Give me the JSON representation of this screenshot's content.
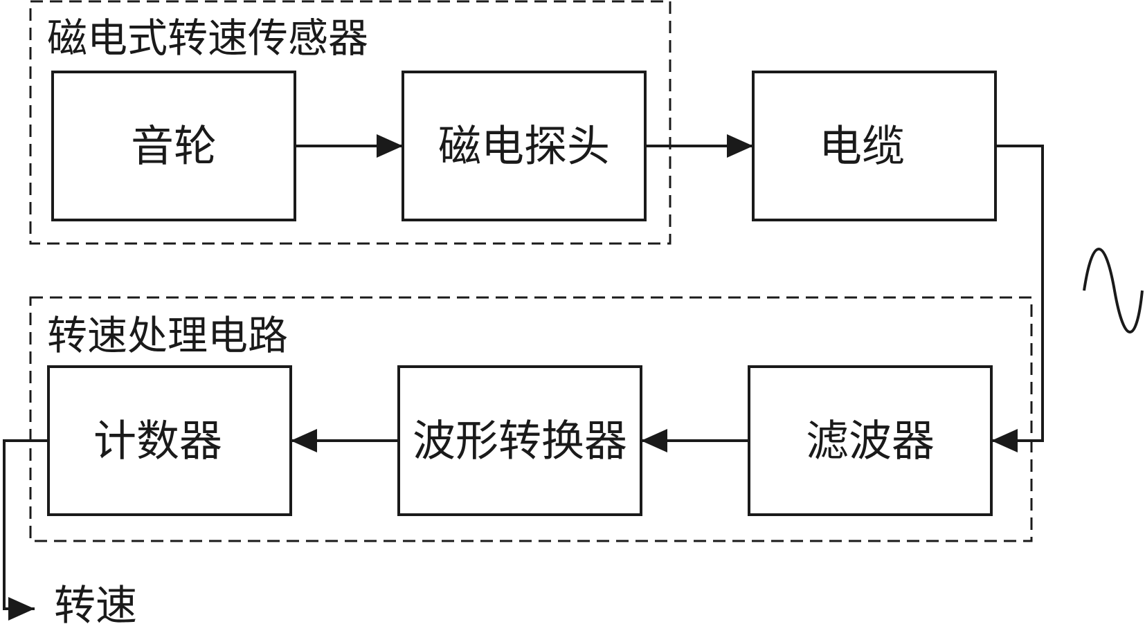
{
  "diagram": {
    "groups": {
      "sensor": {
        "label": "磁电式转速传感器"
      },
      "processing": {
        "label": "转速处理电路"
      }
    },
    "blocks": {
      "tone_wheel": {
        "label": "音轮"
      },
      "magnetic_probe": {
        "label": "磁电探头"
      },
      "cable": {
        "label": "电缆"
      },
      "filter": {
        "label": "滤波器"
      },
      "waveform_converter": {
        "label": "波形转换器"
      },
      "counter": {
        "label": "计数器"
      }
    },
    "output": {
      "label": "转速"
    },
    "signal_symbol": "sine-wave-icon",
    "colors": {
      "stroke": "#1a1a1a",
      "background": "#ffffff"
    }
  }
}
